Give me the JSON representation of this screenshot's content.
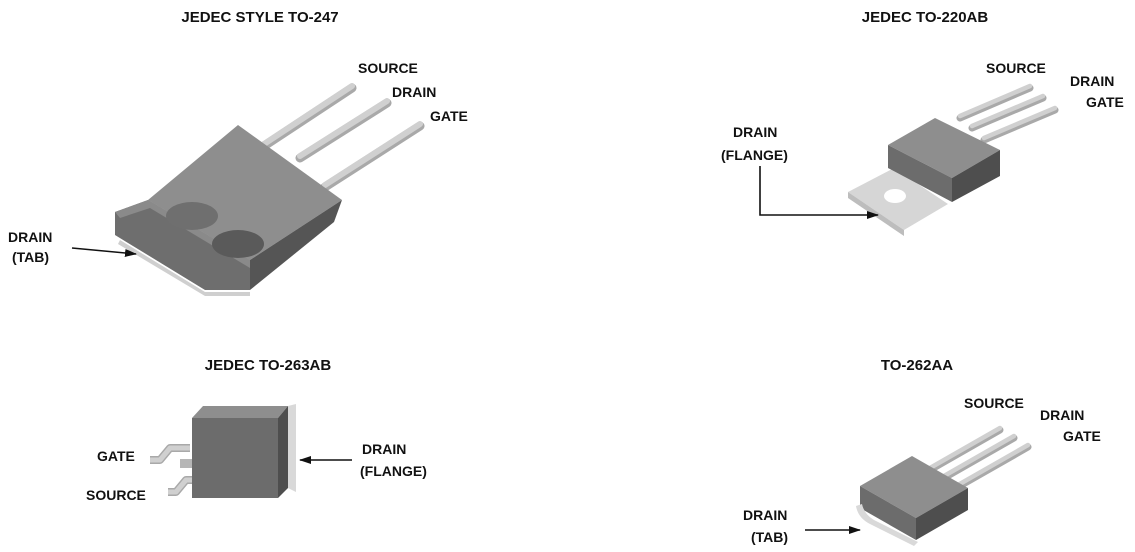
{
  "colors": {
    "body_light": "#8e8e8e",
    "body_mid": "#707070",
    "body_dark": "#4c4c4c",
    "lead": "#cfcfcf",
    "lead_shadow": "#a9a9a9",
    "metal": "#d9d9d9",
    "ink": "#111111"
  },
  "packages": {
    "to247": {
      "title": "JEDEC STYLE TO-247",
      "labels": {
        "source": "SOURCE",
        "drain": "DRAIN",
        "gate": "GATE",
        "tab_line1": "DRAIN",
        "tab_line2": "(TAB)"
      }
    },
    "to220ab": {
      "title": "JEDEC TO-220AB",
      "labels": {
        "source": "SOURCE",
        "drain": "DRAIN",
        "gate": "GATE",
        "flange_line1": "DRAIN",
        "flange_line2": "(FLANGE)"
      }
    },
    "to263ab": {
      "title": "JEDEC TO-263AB",
      "labels": {
        "gate": "GATE",
        "source": "SOURCE",
        "flange_line1": "DRAIN",
        "flange_line2": "(FLANGE)"
      }
    },
    "to262aa": {
      "title": "TO-262AA",
      "labels": {
        "source": "SOURCE",
        "drain": "DRAIN",
        "gate": "GATE",
        "tab_line1": "DRAIN",
        "tab_line2": "(TAB)"
      }
    }
  }
}
